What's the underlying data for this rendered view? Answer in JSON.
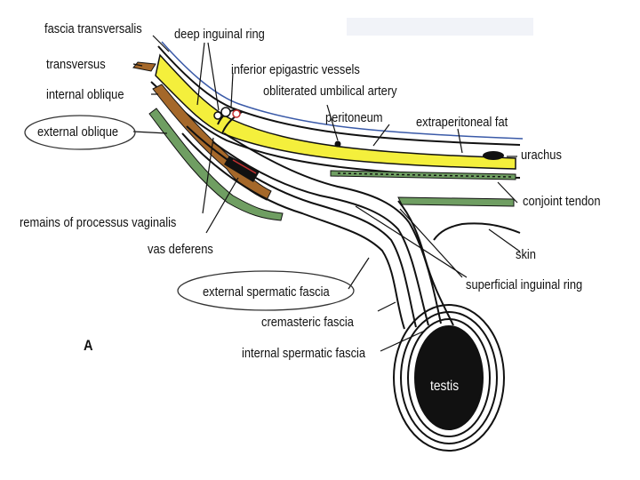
{
  "labels": {
    "fascia_transversalis": "fascia transversalis",
    "deep_inguinal_ring": "deep inguinal ring",
    "transversus": "transversus",
    "inferior_epigastric_vessels": "inferior epigastric vessels",
    "internal_oblique": "internal oblique",
    "obliterated_umbilical_artery": "obliterated umbilical artery",
    "peritoneum": "peritoneum",
    "extraperitoneal_fat": "extraperitoneal fat",
    "external_oblique": "external oblique",
    "urachus": "urachus",
    "conjoint_tendon": "conjoint tendon",
    "remains_of_processus_vaginalis": "remains of processus vaginalis",
    "vas_deferens": "vas deferens",
    "skin": "skin",
    "superficial_inguinal_ring": "superficial inguinal ring",
    "external_spermatic_fascia": "external spermatic fascia",
    "cremasteric_fascia": "cremasteric fascia",
    "internal_spermatic_fascia": "internal spermatic fascia",
    "testis": "testis",
    "panel_letter": "A"
  },
  "colors": {
    "fat": "#f4ef3c",
    "muscle": "#a5682a",
    "aponeurosis": "#6f9e62",
    "line": "#111111",
    "highlight_ellipse": "#333333",
    "testis": "#111111"
  }
}
